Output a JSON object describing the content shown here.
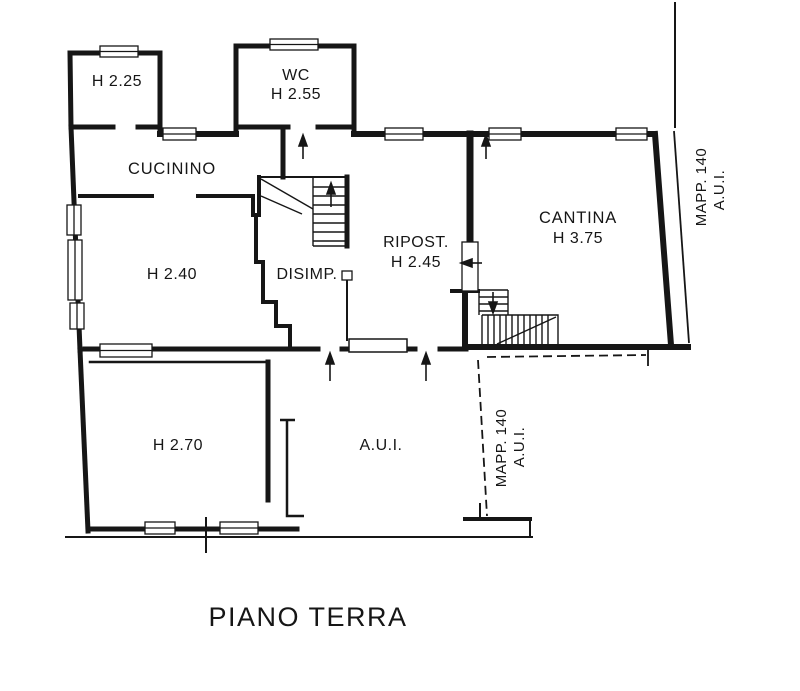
{
  "title": "PIANO TERRA",
  "rooms": {
    "h225": {
      "height": "H 2.25"
    },
    "wc": {
      "name": "WC",
      "height": "H 2.55"
    },
    "cucinino": {
      "name": "CUCININO"
    },
    "h240": {
      "height": "H 2.40"
    },
    "disimp": {
      "name": "DISIMP."
    },
    "ripost": {
      "name": "RIPOST.",
      "height": "H 2.45"
    },
    "cantina": {
      "name": "CANTINA",
      "height": "H 3.75"
    },
    "h270": {
      "height": "H 2.70"
    },
    "aui": {
      "name": "A.U.I."
    }
  },
  "parcels": {
    "right": {
      "line1": "MAPP. 140",
      "line2": "A.U.I."
    },
    "bottom": {
      "line1": "MAPP. 140",
      "line2": "A.U.I."
    }
  },
  "colors": {
    "ink": "#161616",
    "paper": "#ffffff"
  }
}
